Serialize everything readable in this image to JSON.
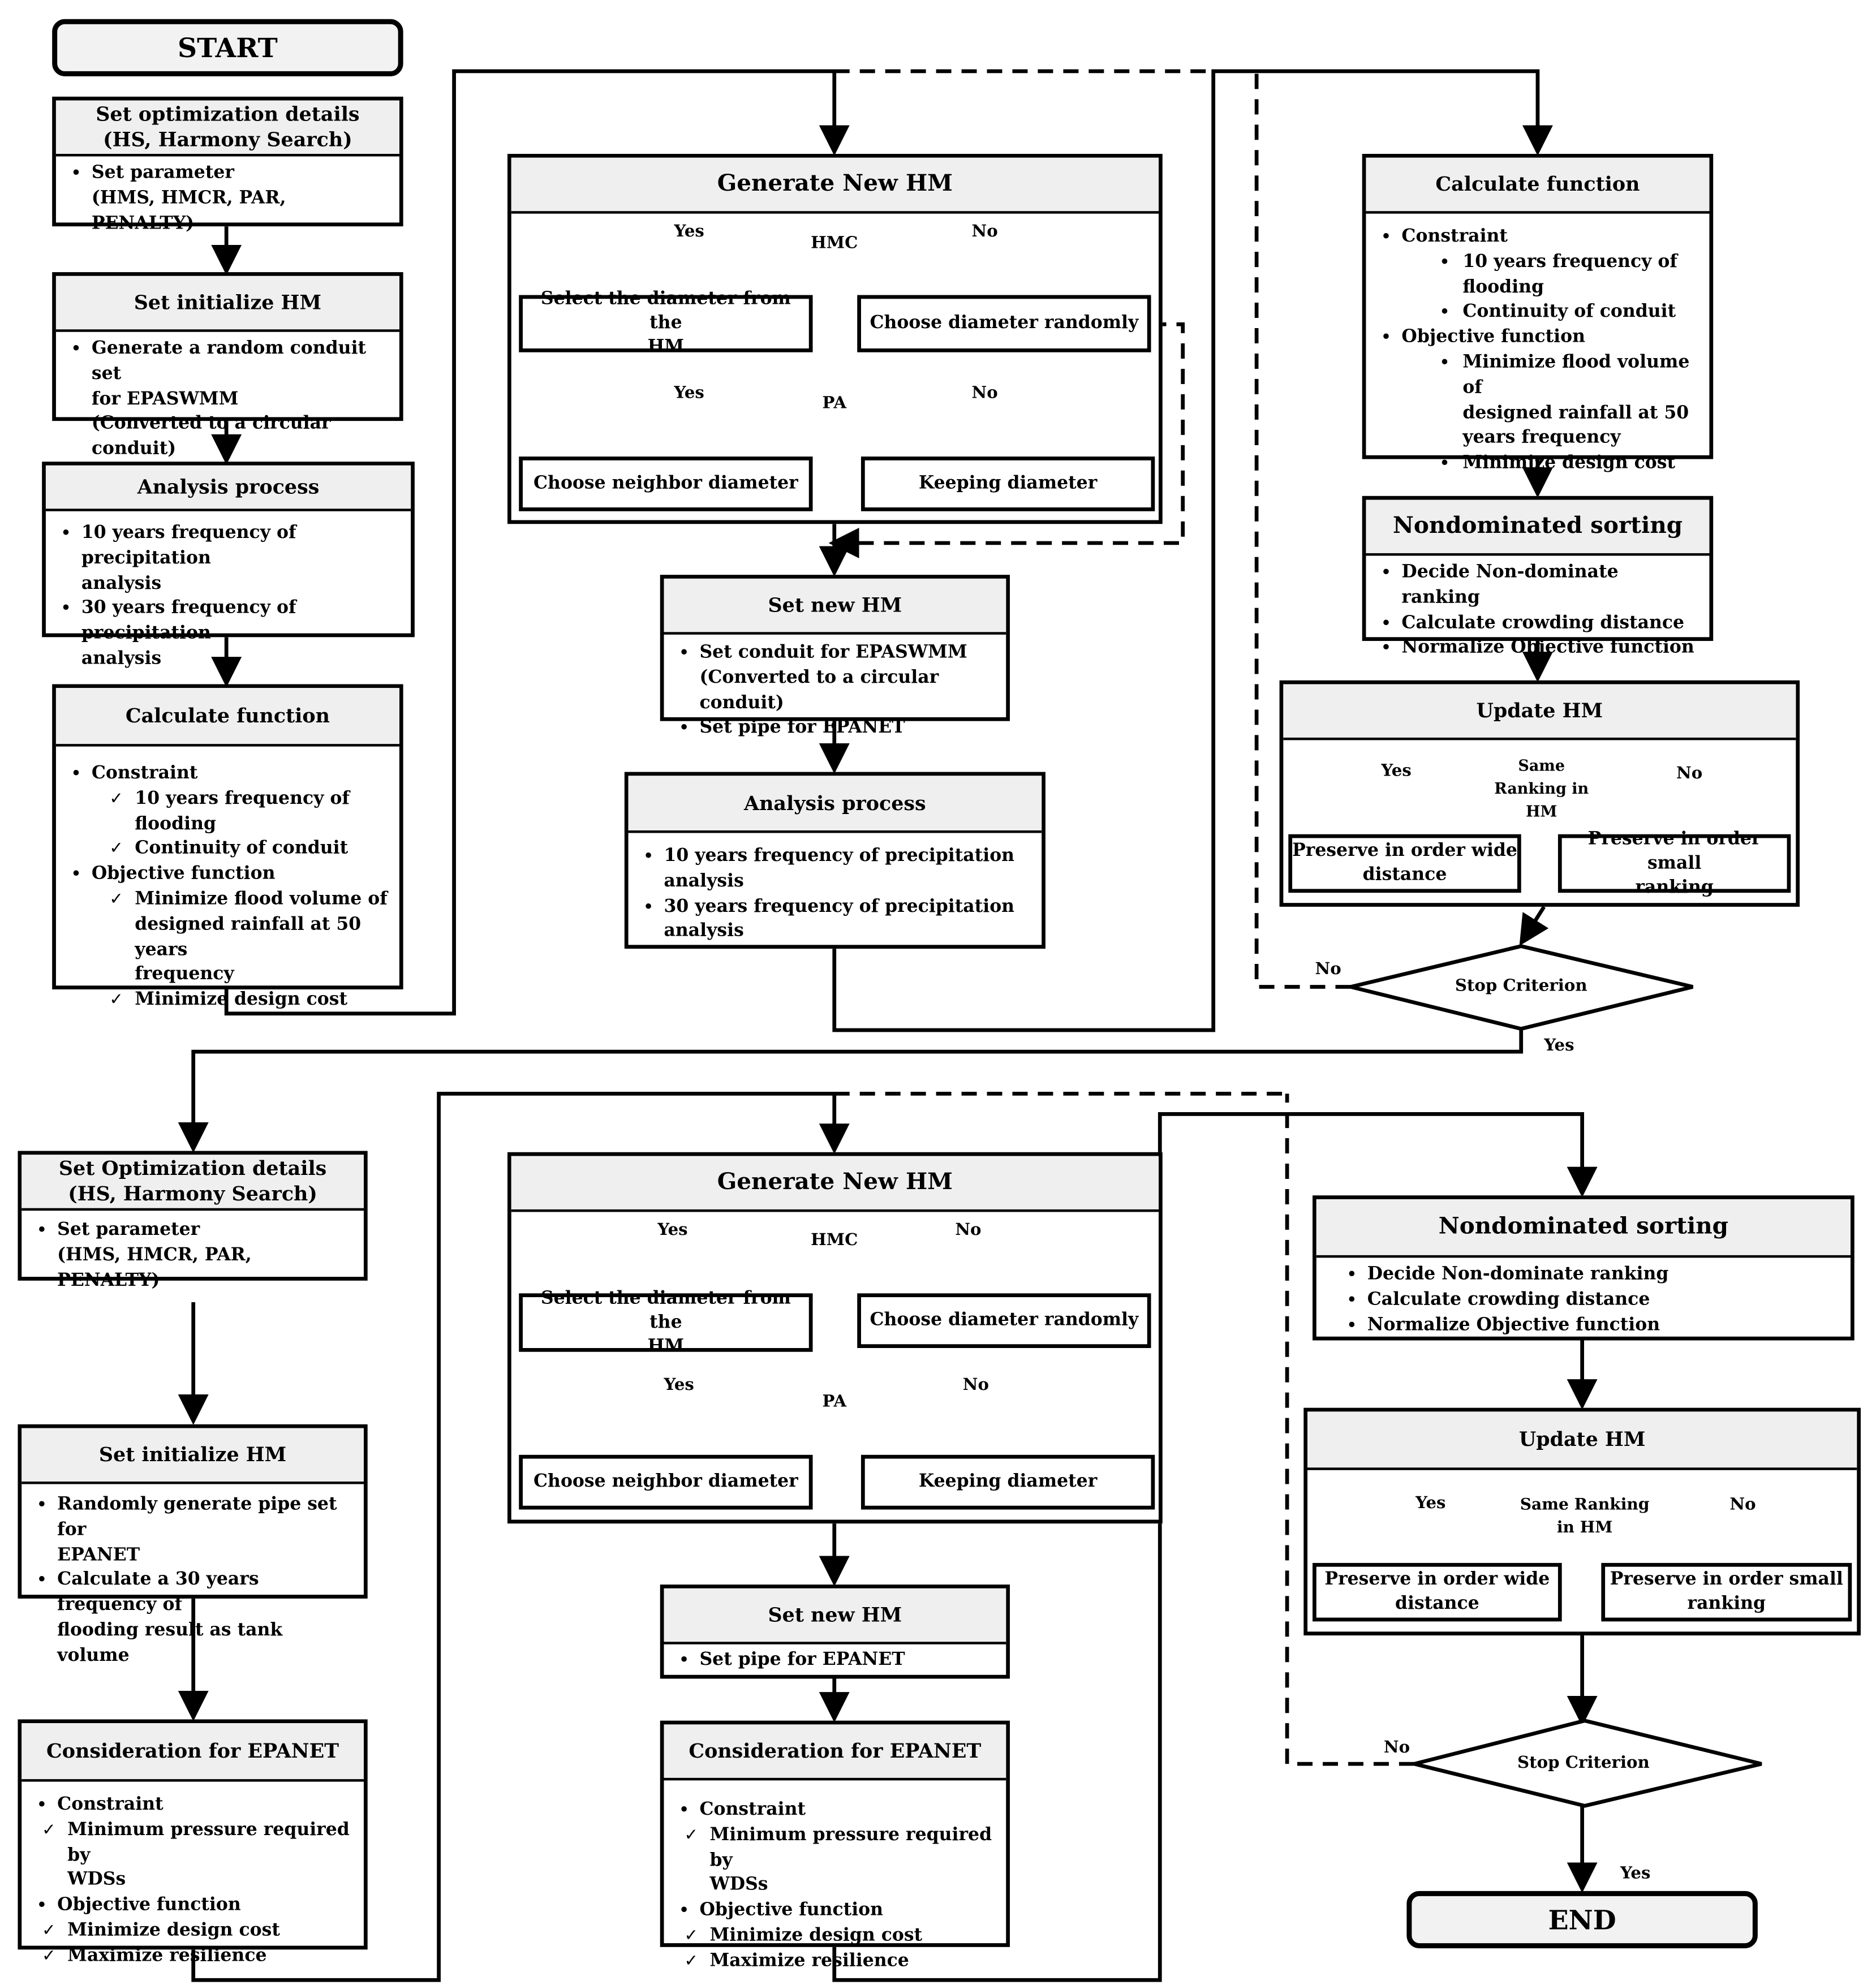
{
  "start": "START",
  "end": "END",
  "phase1": {
    "setopt": {
      "title1": "Set optimization details",
      "title2": "(HS, Harmony Search)",
      "item1a": "Set parameter",
      "item1b": "(HMS, HMCR, PAR, PENALTY)"
    },
    "init": {
      "title": "Set initialize HM",
      "item1a": "Generate a random conduit set",
      "item1b": "for EPASWMM",
      "item1c": "(Converted to a circular conduit)"
    },
    "analysis": {
      "title": "Analysis process",
      "i1a": "10 years frequency of precipitation",
      "i1b": "analysis",
      "i2a": "30 years frequency of precipitation",
      "i2b": "analysis"
    },
    "calc": {
      "title": "Calculate function",
      "c0": "Constraint",
      "c1a": "10 years frequency of",
      "c1b": "flooding",
      "c2": "Continuity of conduit",
      "o0": "Objective function",
      "o1a": "Minimize flood volume of",
      "o1b": "designed rainfall at 50 years",
      "o1c": "frequency",
      "o2": "Minimize design cost"
    },
    "gen": {
      "title": "Generate New HM",
      "hmc": "HMC",
      "yes1": "Yes",
      "no1": "No",
      "select_a": "Select the diameter from the",
      "select_b": "HM",
      "random": "Choose diameter randomly",
      "pa": "PA",
      "yes2": "Yes",
      "no2": "No",
      "neighbor": "Choose neighbor diameter",
      "keep": "Keeping diameter"
    },
    "setnew": {
      "title": "Set new HM",
      "i1a": "Set conduit for EPASWMM",
      "i1b": "(Converted to a circular conduit)",
      "i2": "Set pipe for EPANET"
    },
    "analysis2": {
      "title": "Analysis process",
      "i1a": "10 years frequency of precipitation",
      "i1b": "analysis",
      "i2a": "30 years frequency of precipitation",
      "i2b": "analysis"
    },
    "calc2": {
      "title": "Calculate function",
      "c0": "Constraint",
      "c1a": "10 years frequency of",
      "c1b": "flooding",
      "c2": "Continuity of conduit",
      "o0": "Objective function",
      "o1a": "Minimize flood volume of",
      "o1b": "designed rainfall at 50",
      "o1c": "years frequency",
      "o2": "Minimize design cost"
    },
    "nds": {
      "title": "Nondominated sorting",
      "i1": "Decide Non-dominate ranking",
      "i2": "Calculate crowding distance",
      "i3": "Normalize Objective function"
    },
    "update": {
      "title": "Update HM",
      "same_a": "Same",
      "same_b": "Ranking in",
      "same_c": "HM",
      "yes": "Yes",
      "no": "No",
      "wide_a": "Preserve in order wide",
      "wide_b": "distance",
      "small_a": "Preserve in order small",
      "small_b": "ranking"
    },
    "stop": {
      "label": "Stop Criterion",
      "no": "No",
      "yes": "Yes"
    }
  },
  "phase2": {
    "setopt": {
      "title1": "Set Optimization details",
      "title2": "(HS, Harmony Search)",
      "item1a": "Set parameter",
      "item1b": "(HMS, HMCR, PAR, PENALTY)"
    },
    "init": {
      "title": "Set initialize HM",
      "i1a": "Randomly generate pipe set for",
      "i1b": "EPANET",
      "i2a": "Calculate a 30 years frequency of",
      "i2b": "flooding result as tank volume"
    },
    "cons": {
      "title": "Consideration for EPANET",
      "c0": "Constraint",
      "c1a": "Minimum pressure required by",
      "c1b": "WDSs",
      "o0": "Objective function",
      "o1": "Minimize  design cost",
      "o2": "Maximize resilience"
    },
    "gen": {
      "title": "Generate New HM",
      "hmc": "HMC",
      "yes1": "Yes",
      "no1": "No",
      "select_a": "Select the diameter from the",
      "select_b": "HM",
      "random": "Choose diameter randomly",
      "pa": "PA",
      "yes2": "Yes",
      "no2": "No",
      "neighbor": "Choose neighbor diameter",
      "keep": "Keeping diameter"
    },
    "setnew": {
      "title": "Set new HM",
      "i1": "Set pipe for EPANET"
    },
    "cons2": {
      "title": "Consideration for EPANET",
      "c0": "Constraint",
      "c1a": "Minimum pressure required by",
      "c1b": "WDSs",
      "o0": "Objective function",
      "o1": "Minimize  design cost",
      "o2": "Maximize resilience"
    },
    "nds": {
      "title": "Nondominated sorting",
      "i1": "Decide Non-dominate ranking",
      "i2": "Calculate crowding distance",
      "i3": "Normalize Objective function"
    },
    "update": {
      "title": "Update HM",
      "same_a": "Same Ranking",
      "same_b": "in HM",
      "yes": "Yes",
      "no": "No",
      "wide_a": "Preserve in order wide",
      "wide_b": "distance",
      "small_a": "Preserve in order small",
      "small_b": "ranking"
    },
    "stop": {
      "label": "Stop Criterion",
      "no": "No",
      "yes": "Yes"
    }
  }
}
